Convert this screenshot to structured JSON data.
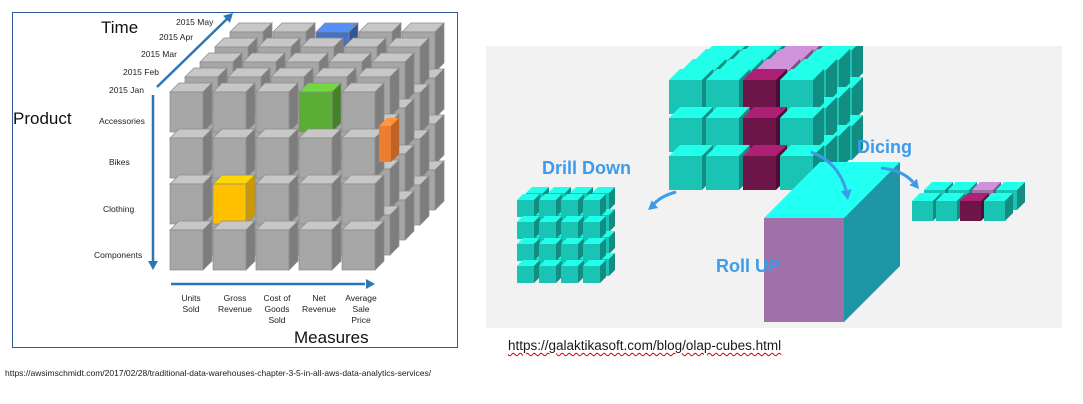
{
  "olap_cube": {
    "axis_time": "Time",
    "axis_product": "Product",
    "axis_measures": "Measures",
    "time_labels": [
      "2015 May",
      "2015 Apr",
      "2015 Mar",
      "2015 Feb",
      "2015 Jan"
    ],
    "product_labels": [
      "Accessories",
      "Bikes",
      "Clothing",
      "Components"
    ],
    "measure_labels": [
      [
        "Units",
        "Sold"
      ],
      [
        "Gross",
        "Revenue"
      ],
      [
        "Cost of",
        "Goods",
        "Sold"
      ],
      [
        "Net",
        "Revenue"
      ],
      [
        "Average",
        "Sale",
        "Price"
      ]
    ],
    "colors": {
      "cube": "#a6a6a6",
      "highlight_green": "#5aad35",
      "highlight_yellow": "#ffc000",
      "highlight_blue": "#4472c4",
      "highlight_orange": "#ed7d31",
      "arrow": "#2e75b6"
    }
  },
  "operations": {
    "drill_down": "Drill Down",
    "dicing": "Dicing",
    "roll_up": "Roll UP",
    "colors": {
      "teal": "#19c4b4",
      "purple": "#a070a8",
      "maroon": "#6d1448",
      "blue_text": "#3d9be9"
    }
  },
  "captions": {
    "left_source": "https://awsimschmidt.com/2017/02/28/traditional-data-warehouses-chapter-3-5-in-all-aws-data-analytics-services/",
    "right_source": "https://galaktikasoft.com/blog/olap-cubes.html"
  }
}
